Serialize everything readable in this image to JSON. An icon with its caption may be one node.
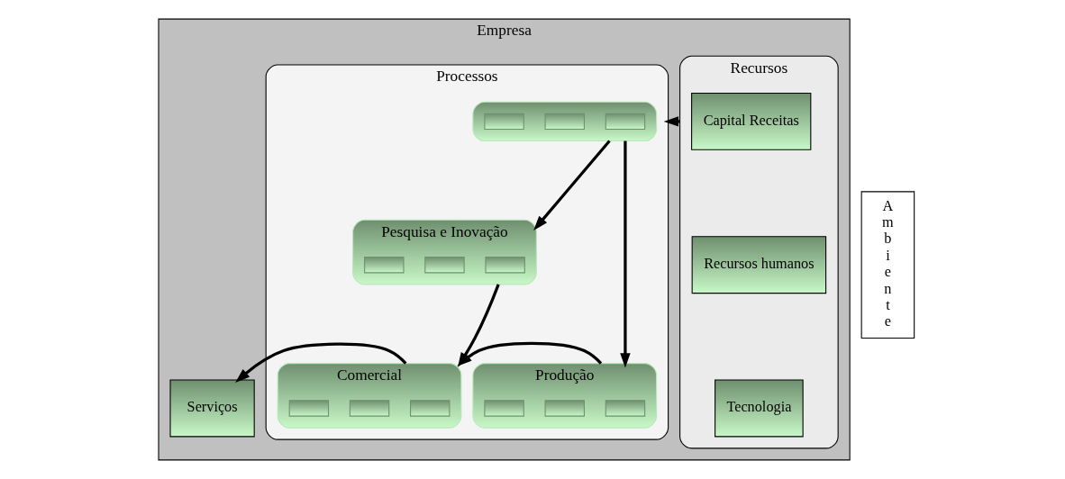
{
  "diagram": {
    "nodes": [
      {
        "text": [
          "Empresa"
        ]
      },
      {
        "text": [
          "Recursos"
        ],
        "in": 0
      },
      {
        "text": [
          "Capital Receitas"
        ],
        "in": 1
      },
      {
        "text": [
          "Recursos humanos"
        ],
        "in": 1
      },
      {
        "text": [
          "Tecnologia"
        ],
        "in": 1
      },
      {
        "text": [
          "Processos"
        ],
        "in": 0
      },
      {
        "text": [],
        "shape": "box",
        "in": 5
      },
      {
        "text": [],
        "shape": "box",
        "in": 6
      },
      {
        "text": [],
        "shape": "box",
        "in": 6
      },
      {
        "text": [],
        "shape": "box",
        "in": 6
      },
      {
        "text": [
          "Pesquisa e Inovação"
        ],
        "in": 5
      },
      {
        "text": [],
        "shape": "box",
        "in": 10
      },
      {
        "text": [],
        "shape": "box",
        "in": 10
      },
      {
        "text": [],
        "shape": "box",
        "in": 10
      },
      {
        "text": [
          "Produção"
        ],
        "in": 5
      },
      {
        "text": [],
        "shape": "box",
        "in": 14
      },
      {
        "text": [],
        "shape": "box",
        "in": 14
      },
      {
        "text": [],
        "shape": "box",
        "in": 14
      },
      {
        "text": [
          "Comercial"
        ],
        "in": 5
      },
      {
        "text": [],
        "shape": "box",
        "in": 18
      },
      {
        "text": [],
        "shape": "box",
        "in": 18
      },
      {
        "text": [],
        "shape": "box",
        "in": 18
      },
      {
        "text": [
          "Serviços"
        ],
        "in": 0
      },
      {
        "text": [
          "Ambiente"
        ]
      }
    ],
    "edges": [
      {
        "from": 1,
        "to": 5,
        "arrow": "to"
      },
      {
        "from": 6,
        "to": 10,
        "arrow": "to"
      },
      {
        "from": 6,
        "to": 14,
        "arrow": "to"
      },
      {
        "from": 10,
        "to": 18,
        "arrow": "to"
      },
      {
        "from": 14,
        "to": 18,
        "arrow": "to"
      },
      {
        "from": 18,
        "to": 22,
        "arrow": "to"
      }
    ]
  }
}
